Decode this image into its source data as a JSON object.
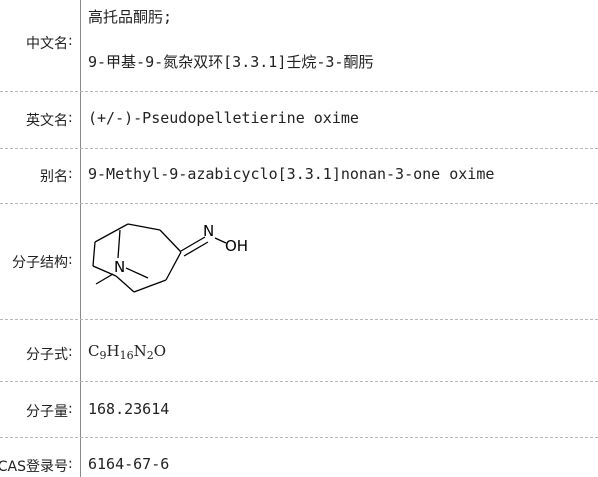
{
  "rows": [
    {
      "label": "中文名",
      "lines": [
        "高托品酮肟;",
        "9-甲基-9-氮杂双环[3.3.1]壬烷-3-酮肟"
      ]
    },
    {
      "label": "英文名",
      "lines": [
        "(+/-)-Pseudopelletierine oxime"
      ]
    },
    {
      "label": "别名",
      "lines": [
        "9-Methyl-9-azabicyclo[3.3.1]nonan-3-one oxime"
      ]
    },
    {
      "label": "分子结构"
    },
    {
      "label": "分子式",
      "formula": [
        [
          "C",
          "9"
        ],
        [
          "H",
          "16"
        ],
        [
          "N",
          "2"
        ],
        [
          "O",
          ""
        ]
      ]
    },
    {
      "label": "分子量",
      "lines": [
        "168.23614"
      ]
    },
    {
      "label": "CAS登录号",
      "lines": [
        "6164-67-6"
      ]
    }
  ],
  "colon": ":",
  "structure_atoms": {
    "n_bridge": "N",
    "n_oxime": "N",
    "oh": "OH"
  }
}
